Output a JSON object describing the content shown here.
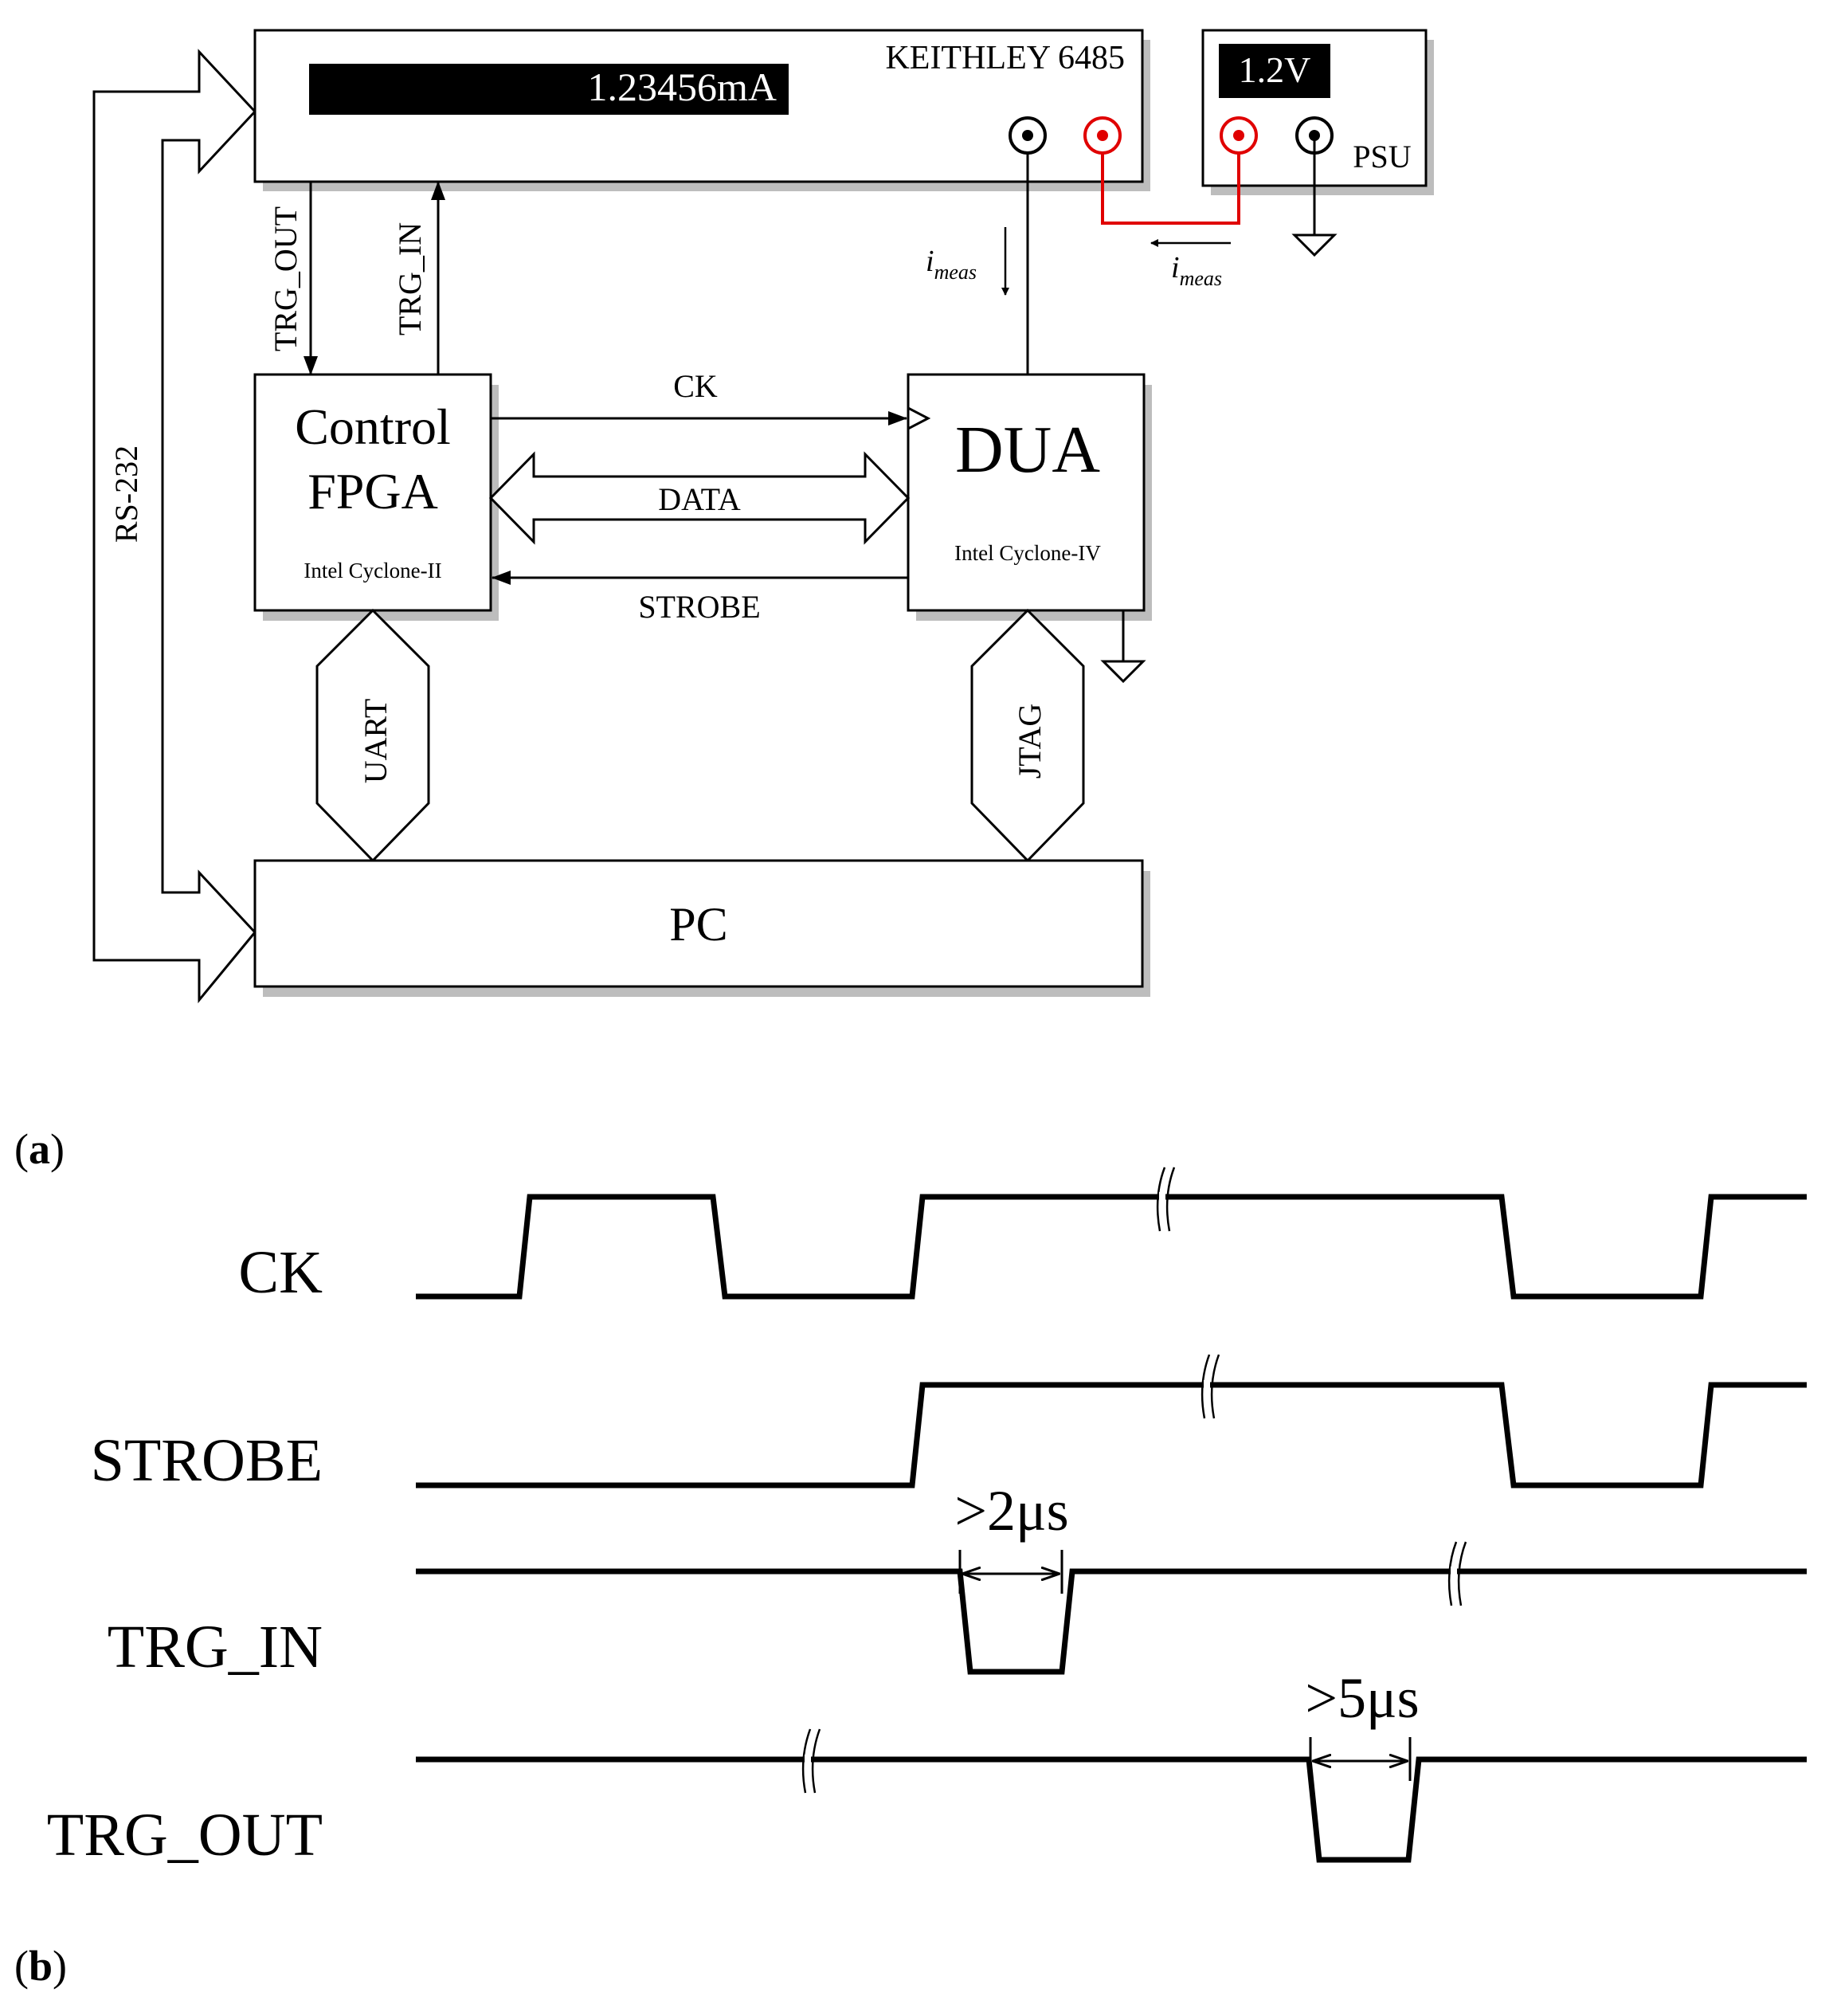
{
  "diagram": {
    "meter": {
      "reading": "1.23456mA",
      "model": "KEITHLEY 6485"
    },
    "psu": {
      "voltage": "1.2V",
      "label": "PSU"
    },
    "current_label_base": "i",
    "current_label_sub": "meas",
    "control_fpga": {
      "line1": "Control",
      "line2": "FPGA",
      "chip": "Intel Cyclone-II"
    },
    "dua": {
      "title": "DUA",
      "chip": "Intel Cyclone-IV"
    },
    "pc": "PC",
    "signals": {
      "trg_out": "TRG_OUT",
      "trg_in": "TRG_IN",
      "rs232": "RS-232",
      "ck": "CK",
      "data": "DATA",
      "strobe": "STROBE",
      "uart": "UART",
      "jtag": "JTAG"
    },
    "panel_a": "a",
    "panel_b": "b"
  },
  "timing": {
    "rows": [
      {
        "name": "CK"
      },
      {
        "name": "STROBE"
      },
      {
        "name": "TRG_IN"
      },
      {
        "name": "TRG_OUT"
      }
    ],
    "trg_in_pulse": ">2μs",
    "trg_out_pulse": ">5μs"
  }
}
